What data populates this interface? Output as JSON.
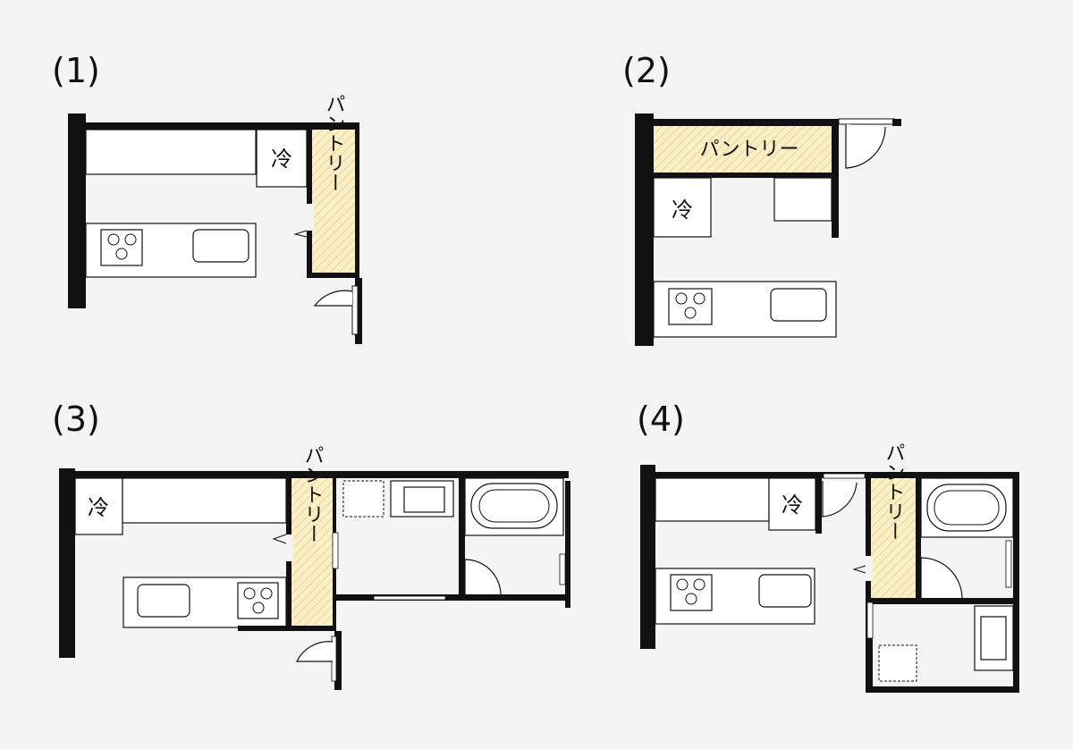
{
  "plans": [
    {
      "id": "1",
      "label": "(1)",
      "fridge": "冷",
      "pantry": "パントリー"
    },
    {
      "id": "2",
      "label": "(2)",
      "fridge": "冷",
      "pantry": "パントリー"
    },
    {
      "id": "3",
      "label": "(3)",
      "fridge": "冷",
      "pantry": "パントリー"
    },
    {
      "id": "4",
      "label": "(4)",
      "fridge": "冷",
      "pantry": "パントリー"
    }
  ],
  "colors": {
    "background": "#f4f4f4",
    "wall": "#111111",
    "pantry_fill": "#fbefc6",
    "pantry_hatch": "#e6d49a",
    "fixture_fill": "#ffffff"
  }
}
